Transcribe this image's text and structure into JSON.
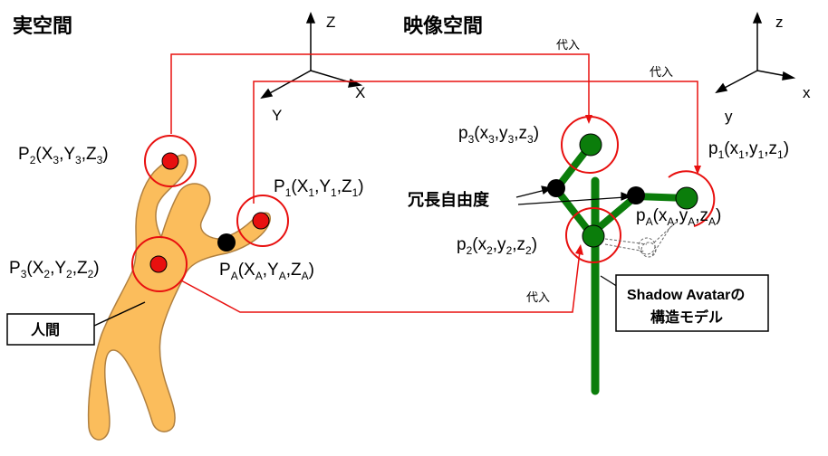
{
  "headings": {
    "real_space": "実空間",
    "video_space": "映像空間"
  },
  "axes_real": {
    "z": "Z",
    "x": "X",
    "y": "Y"
  },
  "axes_video": {
    "z": "z",
    "x": "x",
    "y": "y"
  },
  "labels_real": {
    "p2": {
      "main": "P",
      "sub": "2",
      "coords": [
        "X",
        "3",
        ",Y",
        "3",
        ",Z",
        "3"
      ]
    },
    "p1": {
      "main": "P",
      "sub": "1",
      "coords": [
        "X",
        "1",
        ",Y",
        "1",
        ",Z",
        "1"
      ]
    },
    "p3": {
      "main": "P",
      "sub": "3",
      "coords": [
        "X",
        "2",
        ",Y",
        "2",
        ",Z",
        "2"
      ]
    },
    "pa": {
      "main": "P",
      "sub": "A",
      "coords": [
        "X",
        "A",
        ",Y",
        "A",
        ",Z",
        "A"
      ]
    }
  },
  "labels_video": {
    "p3": {
      "main": "p",
      "sub": "3",
      "coords": [
        "x",
        "3",
        ",y",
        "3",
        ",z",
        "3"
      ]
    },
    "p1": {
      "main": "p",
      "sub": "1",
      "coords": [
        "x",
        "1",
        ",y",
        "1",
        ",z",
        "1"
      ]
    },
    "p2": {
      "main": "p",
      "sub": "2",
      "coords": [
        "x",
        "2",
        ",y",
        "2",
        ",z",
        "2"
      ]
    },
    "pa": {
      "main": "p",
      "sub": "A",
      "coords": [
        "x",
        "A",
        ",y",
        "A",
        ",z",
        "A"
      ]
    }
  },
  "assign_label": "代入",
  "redundancy_label": "冗長自由度",
  "human_label": "人間",
  "avatar_box": {
    "line1": "Shadow Avatarの",
    "line2": "構造モデル"
  },
  "colors": {
    "body": "#fbbd5c",
    "red": "#e8100f",
    "green": "#0b7d0b",
    "black": "#000000"
  }
}
